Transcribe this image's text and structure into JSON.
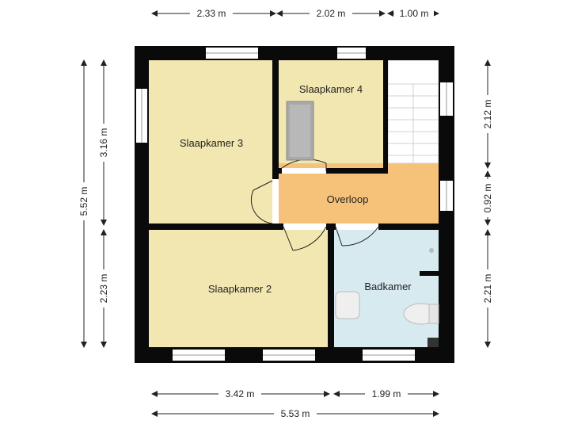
{
  "rooms": {
    "slaapkamer3": "Slaapkamer 3",
    "slaapkamer4": "Slaapkamer 4",
    "overloop": "Overloop",
    "slaapkamer2": "Slaapkamer 2",
    "badkamer": "Badkamer"
  },
  "dimensions": {
    "top_left": "2.33 m",
    "top_middle": "2.02 m",
    "top_right": "1.00 m",
    "bottom_left": "3.42 m",
    "bottom_right": "1.99 m",
    "bottom_total": "5.53 m",
    "left_total": "5.52 m",
    "left_upper": "3.16 m",
    "left_lower": "2.23 m",
    "right_upper": "2.12 m",
    "right_middle": "0.92 m",
    "right_lower": "2.21 m"
  },
  "colors": {
    "bedroom": "#f2e7b1",
    "landing": "#f6c27a",
    "bathroom": "#d7eaf0",
    "wall": "#0a0a0a",
    "stairs": "#ffffff"
  }
}
